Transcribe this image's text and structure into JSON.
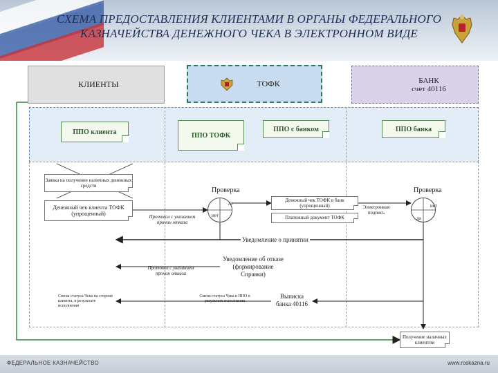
{
  "header": {
    "title_line1": "СХЕМА ПРЕДОСТАВЛЕНИЯ КЛИЕНТАМИ В ОРГАНЫ ФЕДЕРАЛЬНОГО",
    "title_line2": "КАЗНАЧЕЙСТВА ДЕНЕЖНОГО ЧЕКА В ЭЛЕКТРОННОМ ВИДЕ"
  },
  "lanes": {
    "clients": "КЛИЕНТЫ",
    "tofk": "ТОФК",
    "bank_title": "БАНК",
    "bank_sub": "счет 40116"
  },
  "ppo": {
    "client": "ППО клиента",
    "tofk": "ППО ТОФК",
    "with_bank": "ППО с банком",
    "bank": "ППО банка"
  },
  "docs": {
    "cash_request": "Заявка на получение наличных денежных средств",
    "client_cheque": "Денежный чек клиента ТОФК (упрощенный)",
    "bank_cheque": "Денежный чек ТОФК в банк (упрощенный)",
    "payment_doc": "Платежный документ ТОФК"
  },
  "checks": {
    "left": "Проверка",
    "right": "Проверка",
    "yes": "да",
    "no": "нет"
  },
  "notes": {
    "protocol1": "Протокол с указанием причин отказа",
    "protocol2": "Протокол с указанием причин отказа",
    "electronic_signature": "Электронная подпись",
    "receipt_notice": "Уведомление о принятии",
    "refusal_notice_l1": "Уведомление об отказе",
    "refusal_notice_l2": "(формирование Справки)",
    "status_client": "Смена статуса Чека на стороне клиента, в результате исполнения",
    "status_ppo": "Смена статуса Чека в ППО в результате исполнения",
    "statement_l1": "Выписка",
    "statement_l2": "банка 40116",
    "cash_received": "Получение наличных клиентом"
  },
  "footer": {
    "org": "ФЕДЕРАЛЬНОЕ КАЗНАЧЕЙСТВО",
    "url": "www.roskazna.ru"
  },
  "colors": {
    "tofk_fill": "#c9dcef",
    "bank_fill": "#d9d2e9",
    "ppo_border": "#5a8a5a",
    "title": "#1e2e55"
  },
  "icons": [
    "flag",
    "treasury-emblem-icon",
    "tofk-emblem-icon",
    "arrow-icon"
  ]
}
